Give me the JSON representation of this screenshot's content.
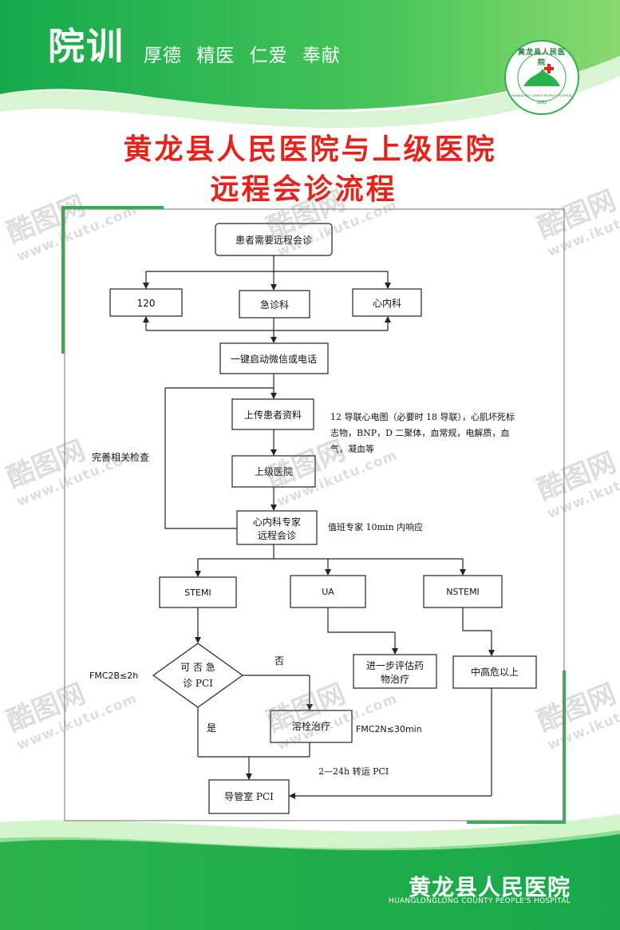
{
  "header": {
    "motto_main": "院训",
    "motto_sub": "厚德 精医 仁爱 奉献",
    "title_line1": "黄龙县人民医院与上级医院",
    "title_line2": "远程会诊流程"
  },
  "logo": {
    "top_text": "黄龙县人民医院",
    "en_text": "HUANGLONG COUNTY PEOPLE'S HOSPITAL",
    "year": "1952"
  },
  "flow": {
    "start": "患者需要远程会诊",
    "b120": "120",
    "emergency": "急诊科",
    "cardiology": "心内科",
    "one_key": "一键启动微信或电话",
    "upload": "上传患者资料",
    "upload_note_1": "12 导联心电图（必要时 18 导联），心肌坏死标",
    "upload_note_2": "志物，BNP，D 二聚体，血常规，电解质，血",
    "upload_note_3": "气，凝血等",
    "improve_exam": "完善相关检查",
    "superior": "上级医院",
    "expert_1": "心内科专家",
    "expert_2": "远程会诊",
    "expert_note": "值班专家 10min 内响应",
    "stemi": "STEMI",
    "ua": "UA",
    "nstemi": "NSTEMI",
    "pci_q1": "可 否 急",
    "pci_q2": "诊 PCI",
    "no_label": "否",
    "yes_label": "是",
    "fmc2b": "FMC2B≤2h",
    "further": "进一步评估药",
    "further_2": "物治疗",
    "mid_high": "中高危以上",
    "thrombolysis": "溶栓治疗",
    "fmc2n": "FMC2N≤30min",
    "transfer": "2—24h 转运 PCI",
    "cath_lab": "导管室 PCI"
  },
  "footer": {
    "name": "黄龙县人民医院",
    "en": "HUANGLONGLONG COUNTY PEOPLE'S HOSPITAL"
  },
  "watermark": {
    "brand": "酷图网",
    "url": "www.ikutu.com"
  },
  "colors": {
    "green": "#2bb24c",
    "red": "#e5231b"
  }
}
